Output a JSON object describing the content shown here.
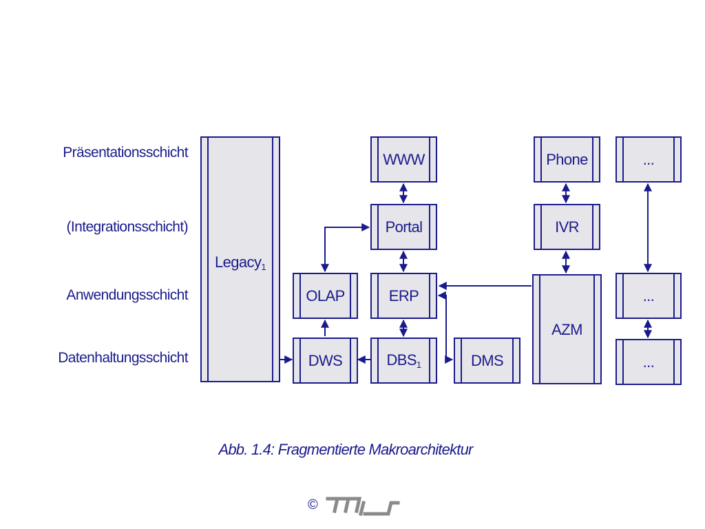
{
  "layers": [
    {
      "key": "presentation",
      "label": "Präsentationsschicht"
    },
    {
      "key": "integration",
      "label": "(Integrationsschicht)"
    },
    {
      "key": "application",
      "label": "Anwendungsschicht"
    },
    {
      "key": "data",
      "label": "Datenhaltungsschicht"
    }
  ],
  "boxes": {
    "legacy": {
      "label": "Legacy",
      "sub": "1"
    },
    "www": {
      "label": "WWW"
    },
    "portal": {
      "label": "Portal"
    },
    "olap": {
      "label": "OLAP"
    },
    "erp": {
      "label": "ERP"
    },
    "dws": {
      "label": "DWS"
    },
    "dbs": {
      "label": "DBS",
      "sub": "1"
    },
    "dms": {
      "label": "DMS"
    },
    "phone": {
      "label": "Phone"
    },
    "ivr": {
      "label": "IVR"
    },
    "azm": {
      "label": "AZM"
    },
    "other_presentation": {
      "label": "..."
    },
    "other_application": {
      "label": "..."
    },
    "other_data": {
      "label": "..."
    }
  },
  "caption": "Abb. 1.4: Fragmentierte Makroarchitektur",
  "footer": {
    "copyright": "©",
    "logo": "mis logo"
  },
  "colors": {
    "stroke": "#1a1a8c",
    "fill": "#e6e6ea"
  }
}
